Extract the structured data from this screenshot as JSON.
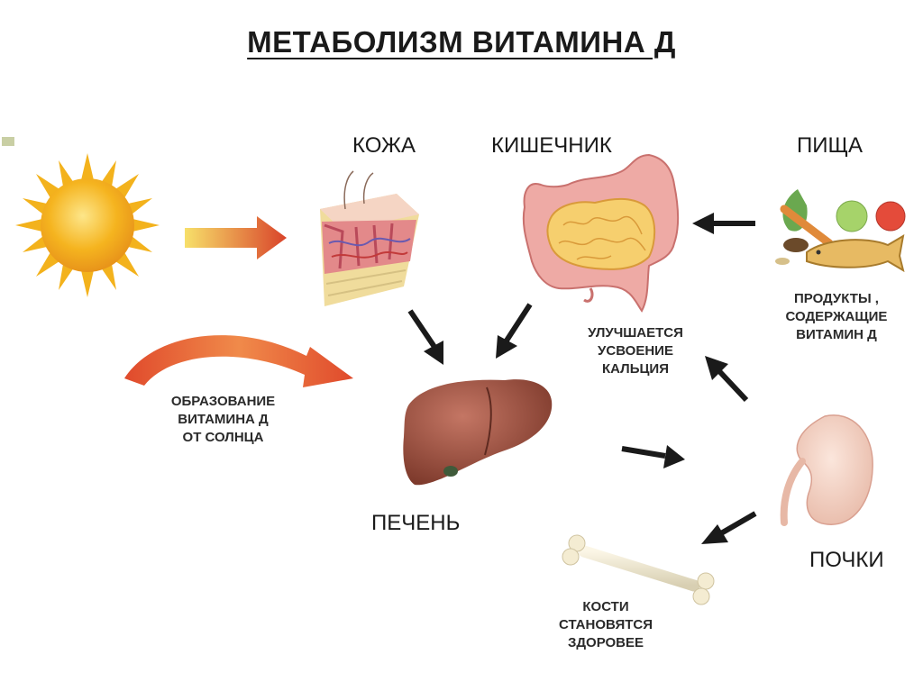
{
  "title": "МЕТАБОЛИЗМ ВИТАМИНА Д",
  "labels": {
    "skin": "КОЖА",
    "intestine": "КИШЕЧНИК",
    "food": "ПИЩА",
    "liver": "ПЕЧЕНЬ",
    "kidneys": "ПОЧКИ"
  },
  "notes": {
    "sun_formation": "ОБРАЗОВАНИЕ\nВИТАМИНА Д\nОТ СОЛНЦА",
    "food_products": "ПРОДУКТЫ ,\nСОДЕРЖАЩИЕ\nВИТАМИН Д",
    "calcium": "УЛУЧШАЕТСЯ\nУСВОЕНИЕ\nКАЛЬЦИЯ",
    "bones": "КОСТИ\nСТАНОВЯТСЯ\nЗДОРОВЕЕ"
  },
  "icons": [
    "sun-icon",
    "skin-icon",
    "intestine-icon",
    "food-icon",
    "liver-icon",
    "kidney-icon",
    "bone-icon"
  ],
  "colors": {
    "sun": "#f5b41f",
    "arrow_gradient_start": "#f7e06a",
    "arrow_gradient_end": "#d9432a",
    "liver": "#9a4b3a",
    "intestine": "#e8a7a0",
    "black_arrow": "#1a1a1a"
  }
}
